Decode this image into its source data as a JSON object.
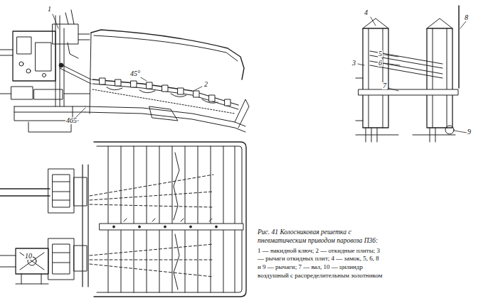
{
  "diagram": {
    "caption": "Рис. 41 Колосниковая решетка с пневматическим приводом паровоза П36:",
    "labels": [
      "1",
      "45°",
      "2",
      "465",
      "4",
      "3",
      "5",
      "6",
      "8",
      "7",
      "9",
      "10",
      "1 — накидной ключ; 2 — откидные плиты; 3 — рычаги откидных плит; 4 — замок, 5, 6, 8 и 9 — рычаги; 7 — вал, 10 — цилиндр воздушный с распределительным золотником"
    ]
  }
}
